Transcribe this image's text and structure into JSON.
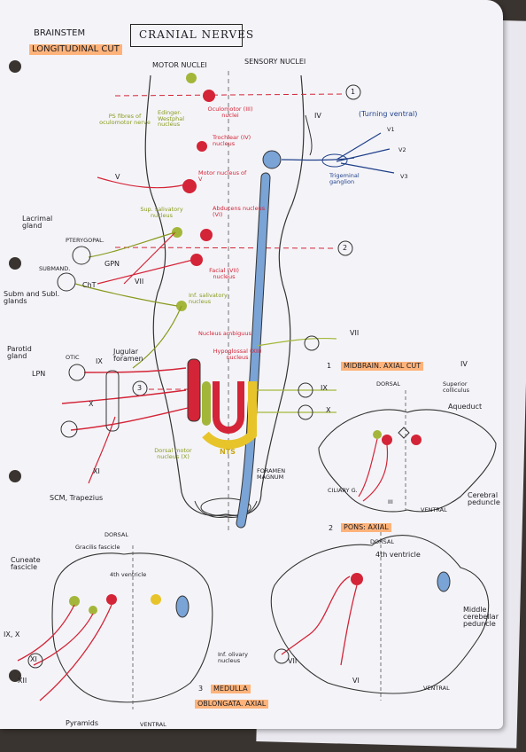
{
  "header": {
    "title": "CRANIAL NERVES",
    "section": "BRAINSTEM",
    "section_sub": "LONGITUDINAL CUT",
    "motor_nuclei": "MOTOR NUCLEI",
    "sensory_nuclei": "SENSORY NUCLEI"
  },
  "longitudinal": {
    "markers": [
      "1",
      "2",
      "3"
    ],
    "oculomotor": "Oculomotor (III) nuclei",
    "edinger": "Edinger-Westphal nucleus",
    "ps_fibres": "PS fibres of oculomotor nerve",
    "iv_label": "IV",
    "turning": "(Turning ventral)",
    "trochlear": "Trochlear (IV) nucleus",
    "v1": "V1",
    "v2": "V2",
    "v3": "V3",
    "trigeminal": "Trigeminal ganglion",
    "v_label": "V",
    "motor_v": "Motor nucleus of V",
    "sup_saliv": "Sup. salivatory nucleus",
    "abducens": "Abducens nucleus (VI)",
    "lacrimal": "Lacrimal gland",
    "pterygopal": "PTERYGOPAL.",
    "gpn": "GPN",
    "submand": "SUBMAND.",
    "cht": "ChT",
    "vii_label": "VII",
    "subm": "Subm and Subl. glands",
    "facial": "Facial (VII) nucleus",
    "inf_saliv": "Inf. salivatory nucleus",
    "amb": "Nucleus ambiguus",
    "hypoglossal": "Hypoglossal (XII) nucleus",
    "parotid": "Parotid gland",
    "otic": "OTIC",
    "lpn": "LPN",
    "ix_label": "IX",
    "jugular": "Jugular foramen",
    "x_label": "X",
    "xi_label": "XI",
    "scm": "SCM, Trapezius",
    "dorsal_motor": "Dorsal motor nucleus (X)",
    "nts": "NTS",
    "foramen_magnum": "FORAMEN MAGNUM",
    "right_vii": "VII",
    "right_ix": "IX",
    "right_x": "X"
  },
  "midbrain": {
    "number": "1",
    "title": "MIDBRAIN. AXIAL CUT",
    "iv": "IV",
    "dorsal": "DORSAL",
    "sup_coll": "Superior colliculus",
    "aqueduct": "Aqueduct",
    "ciliary": "CILIARY G.",
    "iii": "III",
    "ventral": "VENTRAL",
    "cerebral": "Cerebral peduncle"
  },
  "pons": {
    "number": "2",
    "title": "PONS: AXIAL",
    "dorsal": "DORSAL",
    "fourth": "4th ventricle",
    "vii": "VII",
    "vi": "VI",
    "middle": "Middle cerebellar peduncle",
    "ventral": "VENTRAL"
  },
  "medulla": {
    "dorsal": "DORSAL",
    "gracilis": "Gracilis fascicle",
    "cuneate": "Cuneate fascicle",
    "fourth": "4th ventricle",
    "ix_x": "IX, X",
    "xi": "XI",
    "xii": "XII",
    "inf_olivary": "Inf. olivary nucleus",
    "number": "3",
    "title1": "MEDULLA",
    "title2": "OBLONGATA. AXIAL",
    "pyramids": "Pyramids",
    "ventral": "VENTRAL"
  }
}
